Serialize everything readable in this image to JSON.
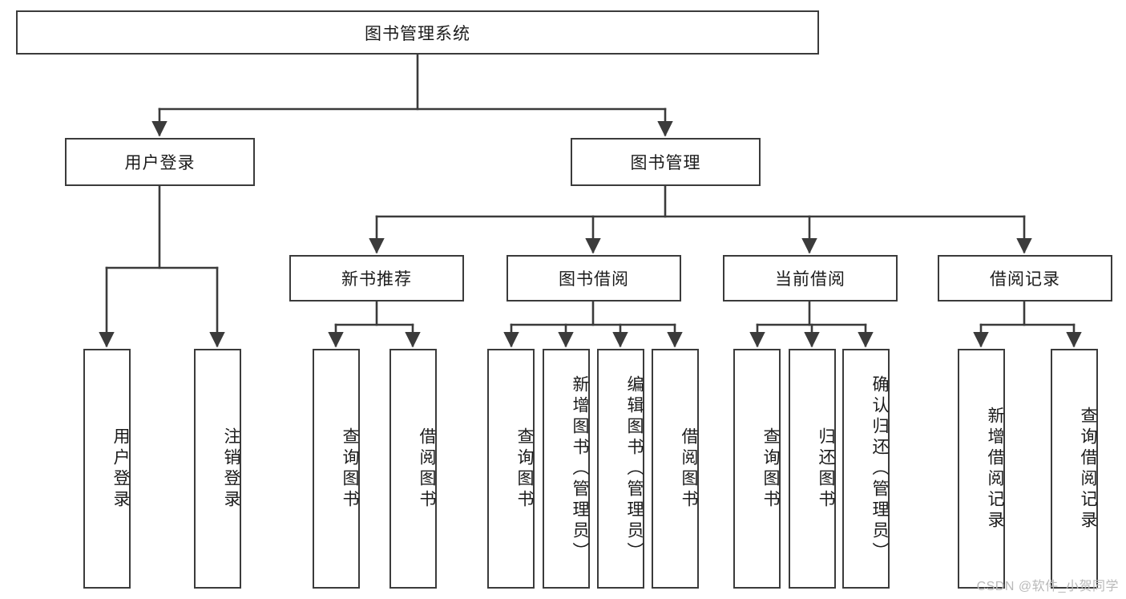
{
  "diagram": {
    "type": "tree-hierarchy-chart",
    "title": "图书管理系统",
    "watermark": "CSDN @软件_小贺同学",
    "colors": {
      "box_border": "#3b3b3b",
      "box_fill": "#ffffff",
      "connector": "#3b3b3b",
      "text": "#1b1b1b",
      "watermark": "#b9b9b9",
      "background": "#ffffff"
    },
    "levels": {
      "root": "图书管理系统",
      "level2": [
        "用户登录",
        "图书管理"
      ],
      "level3": [
        "新书推荐",
        "图书借阅",
        "当前借阅",
        "借阅记录"
      ],
      "leaves": [
        "用户登录",
        "注销登录",
        "查询图书",
        "借阅图书",
        "查询图书",
        "新增图书（管理员）",
        "编辑图书（管理员）",
        "借阅图书",
        "查询图书",
        "归还图书",
        "确认归还（管理员）",
        "新增借阅记录",
        "查询借阅记录"
      ]
    },
    "nodes": {
      "root": {
        "label": "图书管理系统"
      },
      "user_login": {
        "label": "用户登录"
      },
      "book_manage": {
        "label": "图书管理"
      },
      "new_book_rec": {
        "label": "新书推荐"
      },
      "book_borrow": {
        "label": "图书借阅"
      },
      "current_borrow": {
        "label": "当前借阅"
      },
      "borrow_record": {
        "label": "借阅记录"
      },
      "leaf_user_login": {
        "label": "用户登录"
      },
      "leaf_logout": {
        "label": "注销登录"
      },
      "leaf_query_book_1": {
        "label": "查询图书"
      },
      "leaf_borrow_book_1": {
        "label": "借阅图书"
      },
      "leaf_query_book_2": {
        "label": "查询图书"
      },
      "leaf_add_book": {
        "label": "新增图书（管理员）"
      },
      "leaf_edit_book": {
        "label": "编辑图书（管理员）"
      },
      "leaf_borrow_book_2": {
        "label": "借阅图书"
      },
      "leaf_query_book_3": {
        "label": "查询图书"
      },
      "leaf_return_book": {
        "label": "归还图书"
      },
      "leaf_confirm_return": {
        "label": "确认归还（管理员）"
      },
      "leaf_add_record": {
        "label": "新增借阅记录"
      },
      "leaf_query_record": {
        "label": "查询借阅记录"
      }
    }
  }
}
